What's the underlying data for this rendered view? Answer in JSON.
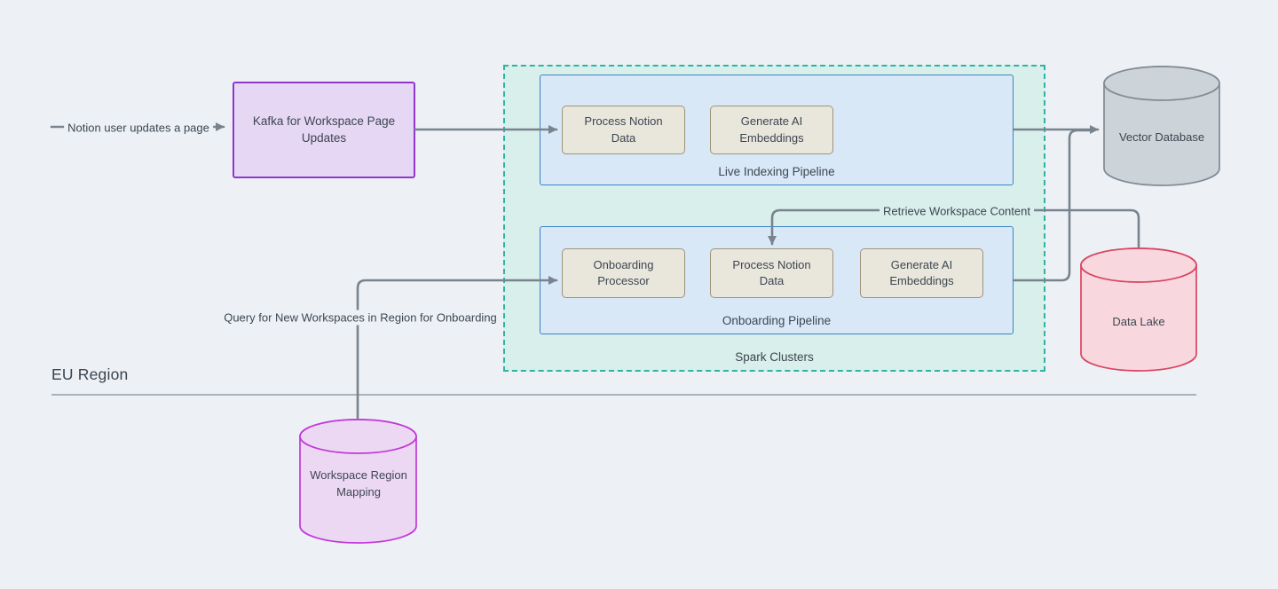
{
  "region": {
    "label": "EU Region"
  },
  "nodes": {
    "kafka": {
      "label": "Kafka for Workspace Page Updates"
    },
    "spark_clusters": {
      "label": "Spark Clusters"
    },
    "live_pipeline": {
      "label": "Live Indexing Pipeline",
      "process_notion_data": "Process Notion Data",
      "generate_ai_embeddings": "Generate AI Embeddings"
    },
    "onboarding_pipeline": {
      "label": "Onboarding Pipeline",
      "onboarding_processor": "Onboarding Processor",
      "process_notion_data": "Process Notion Data",
      "generate_ai_embeddings": "Generate AI Embeddings"
    },
    "vector_database": {
      "label": "Vector Database"
    },
    "data_lake": {
      "label": "Data Lake"
    },
    "workspace_region_mapping": {
      "label": "Workspace Region Mapping"
    }
  },
  "edges": {
    "user_update": {
      "label": "Notion user updates a page"
    },
    "retrieve_content": {
      "label": "Retrieve Workspace Content"
    },
    "query_new_workspaces": {
      "label": "Query for New Workspaces in Region for Onboarding"
    }
  },
  "colors": {
    "background": "#edf1f5",
    "connector": "#78838e",
    "text": "#3d4651",
    "kafka_fill": "#e6d7f4",
    "kafka_border": "#9036cf",
    "cluster_fill": "#d8efeb",
    "cluster_border": "#2eb3a5",
    "pipeline_fill": "#d8e8f7",
    "pipeline_border": "#3c82c6",
    "task_fill": "#e9e6dc",
    "task_border": "#9d9379",
    "vector_db_fill": "#ccd3d9",
    "vector_db_border": "#808b95",
    "data_lake_fill": "#f8d8de",
    "data_lake_border": "#d94560",
    "region_mapping_fill": "#edd8f4",
    "region_mapping_border": "#c138d8",
    "divider": "#a9b2ba"
  }
}
